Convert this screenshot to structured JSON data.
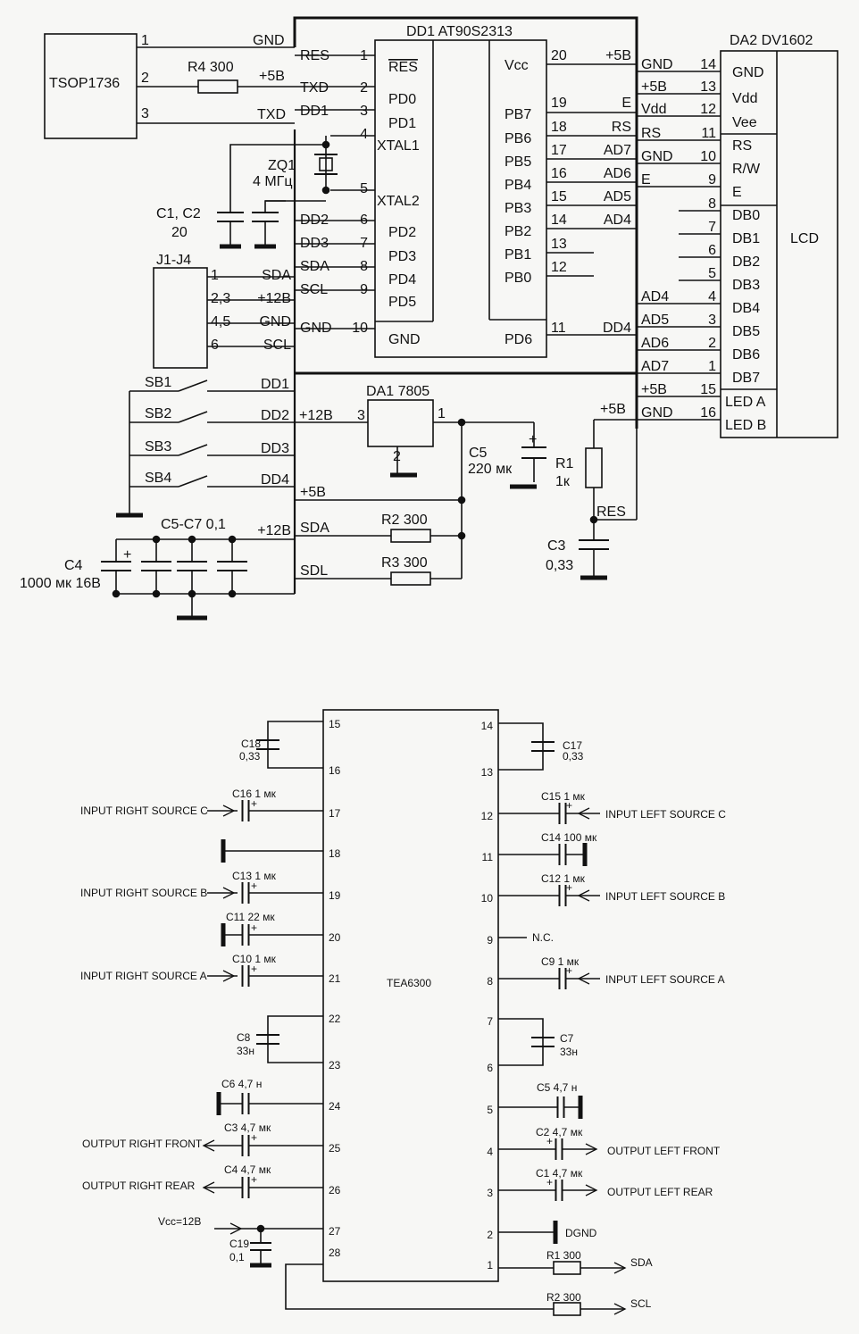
{
  "top_schematic": {
    "tsop": {
      "name": "TSOP1736",
      "pin1": "1",
      "pin2": "2",
      "pin3": "3",
      "gnd": "GND",
      "r4": "R4  300",
      "vcc": "+5B",
      "txd": "TXD"
    },
    "dd1": {
      "title": "DD1  AT90S2313",
      "left_pins": [
        {
          "num": "1",
          "name": "RES",
          "net": "RES"
        },
        {
          "num": "2",
          "name": "PD0",
          "net": "TXD"
        },
        {
          "num": "3",
          "name": "PD1",
          "net": "DD1"
        },
        {
          "num": "4",
          "name": "XTAL1"
        },
        {
          "num": "5",
          "name": "XTAL2"
        },
        {
          "num": "6",
          "name": "PD2",
          "net": "DD2"
        },
        {
          "num": "7",
          "name": "PD3",
          "net": "DD3"
        },
        {
          "num": "8",
          "name": "PD4",
          "net": "SDA"
        },
        {
          "num": "9",
          "name": "PD5",
          "net": "SCL"
        },
        {
          "num": "10",
          "name": "GND",
          "net": "GND"
        }
      ],
      "right_pins": [
        {
          "num": "20",
          "name": "Vcc",
          "net": "+5B"
        },
        {
          "num": "19",
          "name": "PB7",
          "net": "E"
        },
        {
          "num": "18",
          "name": "PB6",
          "net": "RS"
        },
        {
          "num": "17",
          "name": "PB5",
          "net": "AD7"
        },
        {
          "num": "16",
          "name": "PB4",
          "net": "AD6"
        },
        {
          "num": "15",
          "name": "PB3",
          "net": "AD5"
        },
        {
          "num": "14",
          "name": "PB2",
          "net": "AD4"
        },
        {
          "num": "13",
          "name": "PB1"
        },
        {
          "num": "12",
          "name": "PB0"
        },
        {
          "num": "11",
          "name": "PD6",
          "net": "DD4"
        }
      ]
    },
    "lcd": {
      "title": "DA2  DV1602",
      "label": "LCD",
      "names": [
        "GND",
        "Vdd",
        "Vee",
        "RS",
        "R/W",
        "E",
        "DB0",
        "DB1",
        "DB2",
        "DB3",
        "DB4",
        "DB5",
        "DB6",
        "DB7",
        "LED A",
        "LED B"
      ],
      "connections": [
        {
          "num": "14",
          "net": "GND"
        },
        {
          "num": "13",
          "net": "+5B"
        },
        {
          "num": "12",
          "net": "Vdd"
        },
        {
          "num": "11",
          "net": "RS"
        },
        {
          "num": "10",
          "net": "GND"
        },
        {
          "num": "9",
          "net": "E"
        },
        {
          "num": "8"
        },
        {
          "num": "7"
        },
        {
          "num": "6"
        },
        {
          "num": "5"
        },
        {
          "num": "4",
          "net": "AD4"
        },
        {
          "num": "3",
          "net": "AD5"
        },
        {
          "num": "2",
          "net": "AD6"
        },
        {
          "num": "1",
          "net": "AD7"
        },
        {
          "num": "15",
          "net": "+5B"
        },
        {
          "num": "16",
          "net": "GND"
        }
      ]
    },
    "zq1": {
      "name": "ZQ1",
      "value": "4 МГц"
    },
    "c1c2": {
      "name": "C1, C2",
      "value": "20"
    },
    "connector": {
      "name": "J1-J4",
      "pins": [
        {
          "num": "1",
          "net": "SDA"
        },
        {
          "num": "2,3",
          "net": "+12B"
        },
        {
          "num": "4,5",
          "net": "GND"
        },
        {
          "num": "6",
          "net": "SCL"
        }
      ]
    },
    "switches": {
      "names": [
        "SB1",
        "SB2",
        "SB3",
        "SB4"
      ],
      "nets": [
        "DD1",
        "DD2",
        "DD3",
        "DD4"
      ]
    },
    "da1": {
      "title": "DA1  7805",
      "pin3": "3",
      "pin1": "1",
      "pin2": "2",
      "in_net": "+12B"
    },
    "c5": {
      "name": "C5",
      "value": "220 мк"
    },
    "bus": {
      "vcc": "+5B",
      "sda": "SDA",
      "sdl": "SDL",
      "v12": "+12B"
    },
    "r2": "R2  300",
    "r3": "R3  300",
    "c5c7": "C5-C7  0,1",
    "c4": {
      "name": "C4",
      "value": "1000 мк 16В"
    },
    "r1": {
      "name": "R1",
      "value": "1к",
      "vcc": "+5B",
      "res": "RES"
    },
    "c3": {
      "name": "C3",
      "value": "0,33"
    }
  },
  "bottom_schematic": {
    "ic": "TEA6300",
    "left_pins": [
      "15",
      "16",
      "17",
      "18",
      "19",
      "20",
      "21",
      "22",
      "23",
      "24",
      "25",
      "26",
      "27",
      "28"
    ],
    "right_pins": [
      "14",
      "13",
      "12",
      "11",
      "10",
      "9",
      "8",
      "7",
      "6",
      "5",
      "4",
      "3",
      "2",
      "1"
    ],
    "c18": {
      "name": "C18",
      "value": "0,33"
    },
    "c17": {
      "name": "C17",
      "value": "0,33"
    },
    "c16": "C16 1 мк",
    "in_right_c": "INPUT RIGHT SOURCE C",
    "c15": "C15 1 мк",
    "in_left_c": "INPUT LEFT SOURCE C",
    "c14": "C14 100 мк",
    "c13": "C13 1 мк",
    "in_right_b": "INPUT RIGHT SOURCE B",
    "c12": "C12 1 мк",
    "in_left_b": "INPUT LEFT SOURCE B",
    "c11": "C11 22 мк",
    "nc": "N.C.",
    "c10": "C10 1 мк",
    "in_right_a": "INPUT RIGHT SOURCE A",
    "c9": "C9  1 мк",
    "in_left_a": "INPUT LEFT SOURCE A",
    "c8": {
      "name": "C8",
      "value": "33н"
    },
    "c7": {
      "name": "C7",
      "value": "33н"
    },
    "c6": "C6  4,7 н",
    "c5": "C5  4,7 н",
    "c3": "C3 4,7 мк",
    "out_right_front": "OUTPUT RIGHT FRONT",
    "c2": "C2  4,7 мк",
    "out_left_front": "OUTPUT LEFT FRONT",
    "c4": "C4 4,7 мк",
    "out_right_rear": "OUTPUT RIGHT REAR",
    "c1": "C1  4,7 мк",
    "out_left_rear": "OUTPUT LEFT REAR",
    "vcc": "Vcc=12В",
    "c19": {
      "name": "C19",
      "value": "0,1"
    },
    "dgnd": "DGND",
    "r1": "R1  300",
    "sda": "SDA",
    "r2": "R2  300",
    "scl": "SCL"
  }
}
